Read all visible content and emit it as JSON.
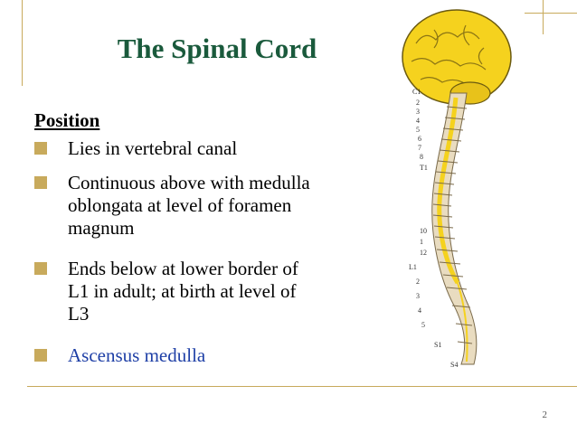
{
  "slide": {
    "title": "The Spinal Cord",
    "heading": "Position",
    "bullets": [
      {
        "lines": [
          "Lies in vertebral canal"
        ]
      },
      {
        "lines": [
          "Continuous above with medulla",
          "oblongata at level of foramen",
          "magnum"
        ]
      },
      {
        "lines": [
          "Ends below at lower border of",
          "L1 in adult; at birth at level of",
          "L3"
        ]
      },
      {
        "lines": [
          "Ascensus medulla"
        ]
      }
    ],
    "page_number": "2"
  },
  "figure": {
    "labels": {
      "c1": "C1",
      "t1": "T1",
      "l1": "L1",
      "s1": "S1",
      "s4": "S4",
      "n2": "2",
      "n3": "3",
      "n4": "4",
      "n5": "5",
      "n6": "6",
      "n7": "7",
      "n8": "8",
      "n10": "10",
      "n1": "1",
      "n12": "12",
      "n2b": "2",
      "n3b": "3",
      "n4b": "4",
      "n5b": "5"
    }
  },
  "colors": {
    "accent": "#c8aa5c",
    "title": "#1a5a3c",
    "link": "#1e3fa6",
    "brain_yellow": "#f5d21e",
    "spine_bone": "#e9dcc0"
  }
}
